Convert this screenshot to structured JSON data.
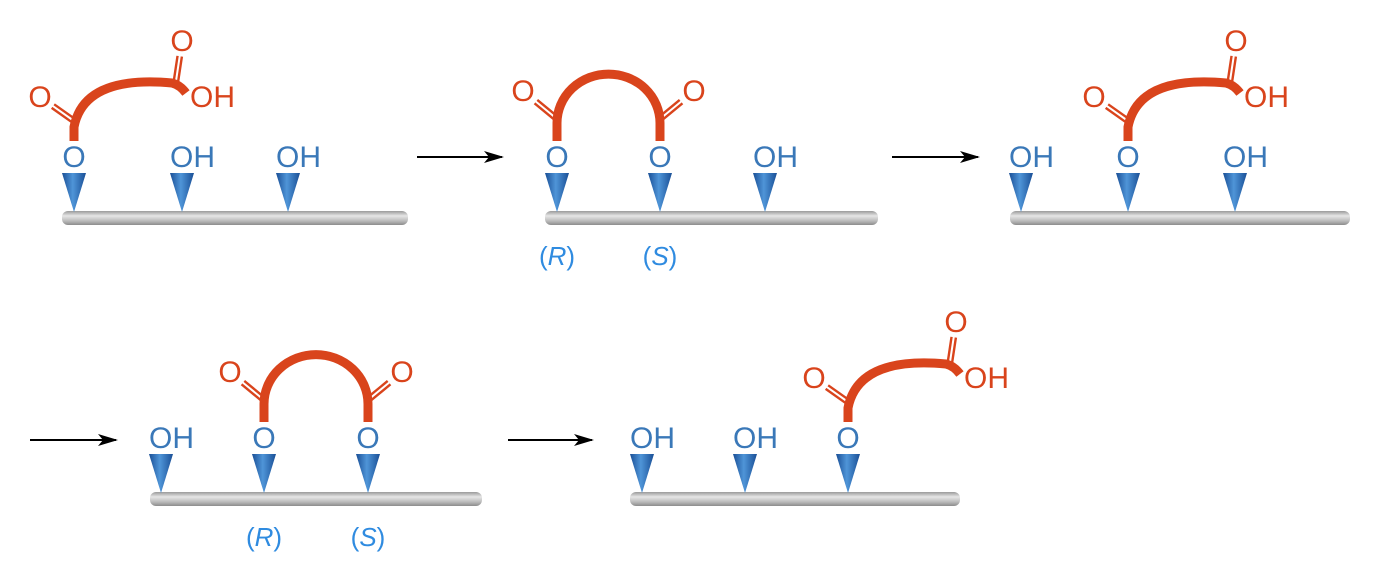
{
  "figure": {
    "description": "Stepwise migration (walking) of a dicarboxylic acid linker along a hydroxyl-bearing track via alternating mono- and di-ester states",
    "colors": {
      "linker": "#d9441c",
      "site": "#2466b0",
      "site_label": "#3a78b8",
      "stereo_label": "#2f8be0",
      "track": "#b8b8b8",
      "arrow": "#000000"
    },
    "labels": {
      "hydroxyl": "OH",
      "ester_oxygen": "O",
      "carbonyl_oxygen": "O",
      "acid_oh": "OH",
      "stereo_r_open": "(",
      "stereo_r": "R",
      "stereo_r_close": ")",
      "stereo_s_open": "(",
      "stereo_s": "S",
      "stereo_s_close": ")"
    },
    "steps": [
      {
        "step": 1,
        "state": "monoester",
        "sites": [
          "O",
          "OH",
          "OH"
        ],
        "attached_sites": [
          1
        ],
        "stereo": []
      },
      {
        "step": 2,
        "state": "diester",
        "sites": [
          "O",
          "O",
          "OH"
        ],
        "attached_sites": [
          1,
          2
        ],
        "stereo": [
          "R",
          "S"
        ]
      },
      {
        "step": 3,
        "state": "monoester",
        "sites": [
          "OH",
          "O",
          "OH"
        ],
        "attached_sites": [
          2
        ],
        "stereo": []
      },
      {
        "step": 4,
        "state": "diester",
        "sites": [
          "OH",
          "O",
          "O"
        ],
        "attached_sites": [
          2,
          3
        ],
        "stereo": [
          "R",
          "S"
        ]
      },
      {
        "step": 5,
        "state": "monoester",
        "sites": [
          "OH",
          "OH",
          "O"
        ],
        "attached_sites": [
          3
        ],
        "stereo": []
      }
    ],
    "arrows": [
      {
        "from": 1,
        "to": 2,
        "symbol": "→"
      },
      {
        "from": 2,
        "to": 3,
        "symbol": "→"
      },
      {
        "from": 3,
        "to": 4,
        "symbol": "→"
      },
      {
        "from": 4,
        "to": 5,
        "symbol": "→"
      }
    ]
  }
}
